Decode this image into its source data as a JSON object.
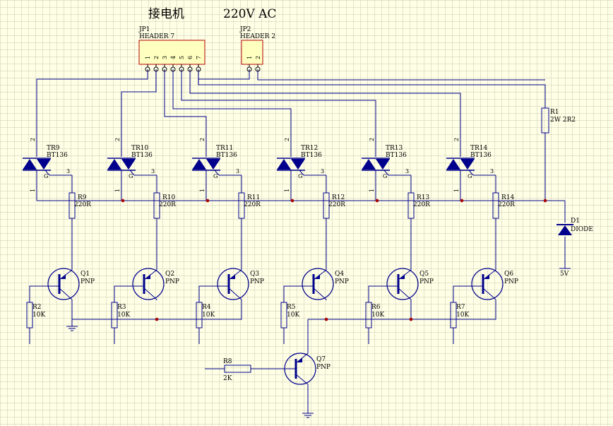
{
  "title": {
    "motor": "接电机",
    "ac": "220V AC"
  },
  "headers": {
    "jp1": {
      "ref": "JP1",
      "type": "HEADER 7",
      "pins": [
        "1",
        "2",
        "3",
        "4",
        "5",
        "6",
        "7"
      ]
    },
    "jp2": {
      "ref": "JP2",
      "type": "HEADER 2",
      "pins": [
        "1",
        "2"
      ]
    }
  },
  "triacs": [
    {
      "ref": "TR9",
      "part": "BT136"
    },
    {
      "ref": "TR10",
      "part": "BT136"
    },
    {
      "ref": "TR11",
      "part": "BT136"
    },
    {
      "ref": "TR12",
      "part": "BT136"
    },
    {
      "ref": "TR13",
      "part": "BT136"
    },
    {
      "ref": "TR14",
      "part": "BT136"
    }
  ],
  "triac_pins": {
    "a2": "2",
    "a1": "1",
    "gate": "G",
    "g_pin": "3"
  },
  "gate_resistors": [
    {
      "ref": "R9",
      "value": "220R"
    },
    {
      "ref": "R10",
      "value": "220R"
    },
    {
      "ref": "R11",
      "value": "220R"
    },
    {
      "ref": "R12",
      "value": "220R"
    },
    {
      "ref": "R13",
      "value": "220R"
    },
    {
      "ref": "R14",
      "value": "220R"
    }
  ],
  "transistors": [
    {
      "ref": "Q1",
      "type": "PNP"
    },
    {
      "ref": "Q2",
      "type": "PNP"
    },
    {
      "ref": "Q3",
      "type": "PNP"
    },
    {
      "ref": "Q4",
      "type": "PNP"
    },
    {
      "ref": "Q5",
      "type": "PNP"
    },
    {
      "ref": "Q6",
      "type": "PNP"
    }
  ],
  "base_resistors": [
    {
      "ref": "R2",
      "value": "10K"
    },
    {
      "ref": "R3",
      "value": "10K"
    },
    {
      "ref": "R4",
      "value": "10K"
    },
    {
      "ref": "R5",
      "value": "10K"
    },
    {
      "ref": "R6",
      "value": "10K"
    },
    {
      "ref": "R7",
      "value": "10K"
    }
  ],
  "r1": {
    "ref": "R1",
    "value": "2W 2R2"
  },
  "d1": {
    "ref": "D1",
    "type": "DIODE",
    "rail": "5V"
  },
  "q7": {
    "ref": "Q7",
    "type": "PNP"
  },
  "r8": {
    "ref": "R8",
    "value": "2K"
  },
  "colors": {
    "background": "#ffffe6",
    "grid": "#c8c8b4",
    "wire": "#00008c",
    "component": "#00008c",
    "pin_line": "#000000",
    "header_fill": "#ffffc0",
    "header_border": "#b40000",
    "junction": "#aa0000",
    "text": "#000000"
  }
}
